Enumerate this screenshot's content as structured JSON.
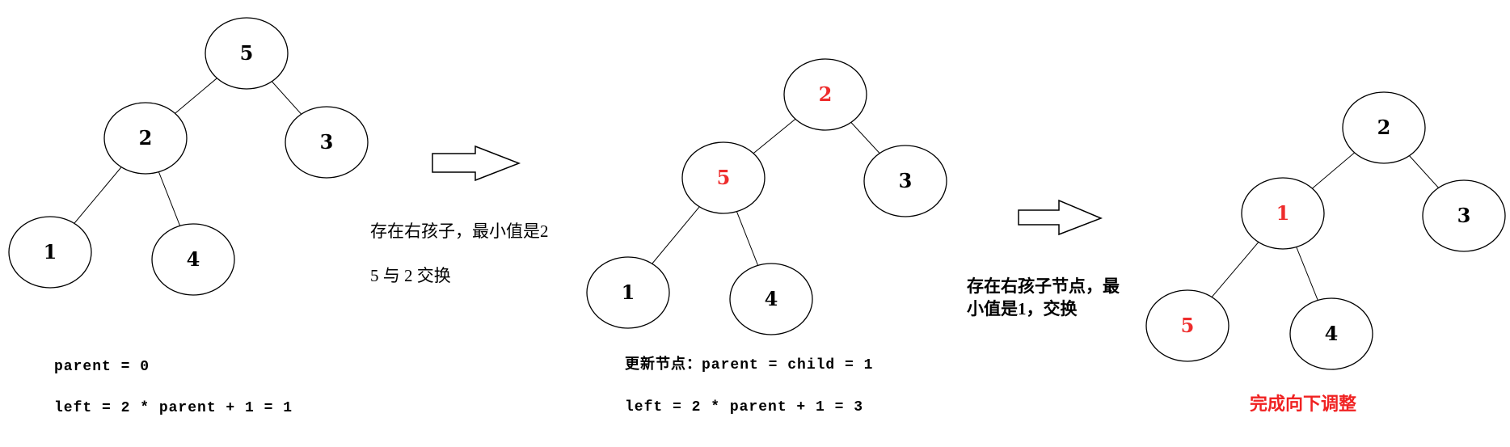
{
  "colors": {
    "highlight": "#ee2c2c",
    "node_fill": "#ffffff",
    "stroke": "#000000",
    "done_text": "#f02222"
  },
  "trees": [
    {
      "id": "step-1-initial",
      "nodes": [
        {
          "value": "5",
          "highlighted": false
        },
        {
          "value": "2",
          "highlighted": false
        },
        {
          "value": "3",
          "highlighted": false
        },
        {
          "value": "1",
          "highlighted": false
        },
        {
          "value": "4",
          "highlighted": false
        }
      ]
    },
    {
      "id": "step-2-after-first-swap",
      "nodes": [
        {
          "value": "2",
          "highlighted": true
        },
        {
          "value": "5",
          "highlighted": true
        },
        {
          "value": "3",
          "highlighted": false
        },
        {
          "value": "1",
          "highlighted": false
        },
        {
          "value": "4",
          "highlighted": false
        }
      ]
    },
    {
      "id": "step-3-final",
      "nodes": [
        {
          "value": "2",
          "highlighted": false
        },
        {
          "value": "1",
          "highlighted": true
        },
        {
          "value": "3",
          "highlighted": false
        },
        {
          "value": "5",
          "highlighted": true
        },
        {
          "value": "4",
          "highlighted": false
        }
      ]
    }
  ],
  "arrows": [
    {
      "name": "step-arrow-1"
    },
    {
      "name": "step-arrow-2"
    }
  ],
  "annotations": {
    "step1_note_line1": "存在右孩子，最小值是2",
    "step1_note_line2": "5 与 2 交换",
    "tree1_code_line1": "parent = 0",
    "tree1_code_line2": "left = 2 * parent + 1 = 1",
    "tree2_code_line1": "更新节点：parent = child = 1",
    "tree2_code_line2": "left = 2 * parent + 1 = 3",
    "step2_note_line1": "存在右孩子节点，最",
    "step2_note_line2": "小值是1，交换",
    "done_text": "完成向下调整"
  }
}
